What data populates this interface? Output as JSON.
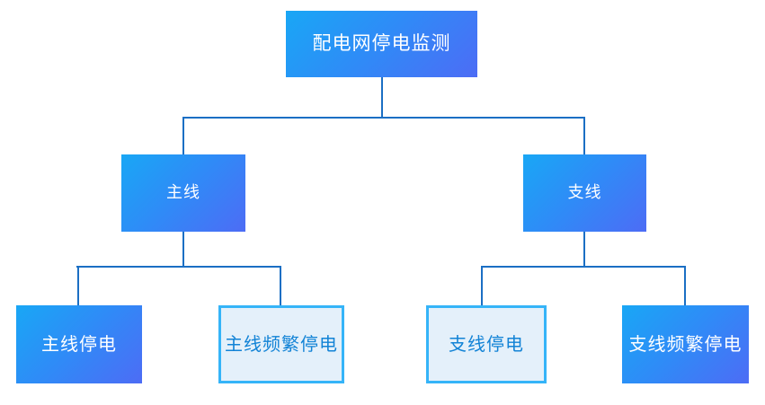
{
  "diagram": {
    "type": "tree",
    "title": "配电网停电监测",
    "levels": 3,
    "colors": {
      "gradient_start": "#19a7f5",
      "gradient_mid": "#2f8bf7",
      "gradient_end": "#4d6cf5",
      "light_fill": "#e4f0fa",
      "light_border": "#35b4f8",
      "light_text": "#1283d6",
      "solid_text": "#ffffff",
      "connector": "#1b6fc4",
      "background": "#ffffff"
    },
    "nodes": {
      "root": {
        "label": "配电网停电监测",
        "style": "solid"
      },
      "main_line": {
        "label": "主线",
        "style": "solid"
      },
      "branch_line": {
        "label": "支线",
        "style": "solid"
      },
      "main_outage": {
        "label": "主线停电",
        "style": "solid"
      },
      "main_frequent_outage": {
        "label": "主线频繁停电",
        "style": "light"
      },
      "branch_outage": {
        "label": "支线停电",
        "style": "light"
      },
      "branch_frequent_outage": {
        "label": "支线频繁停电",
        "style": "solid"
      }
    }
  }
}
